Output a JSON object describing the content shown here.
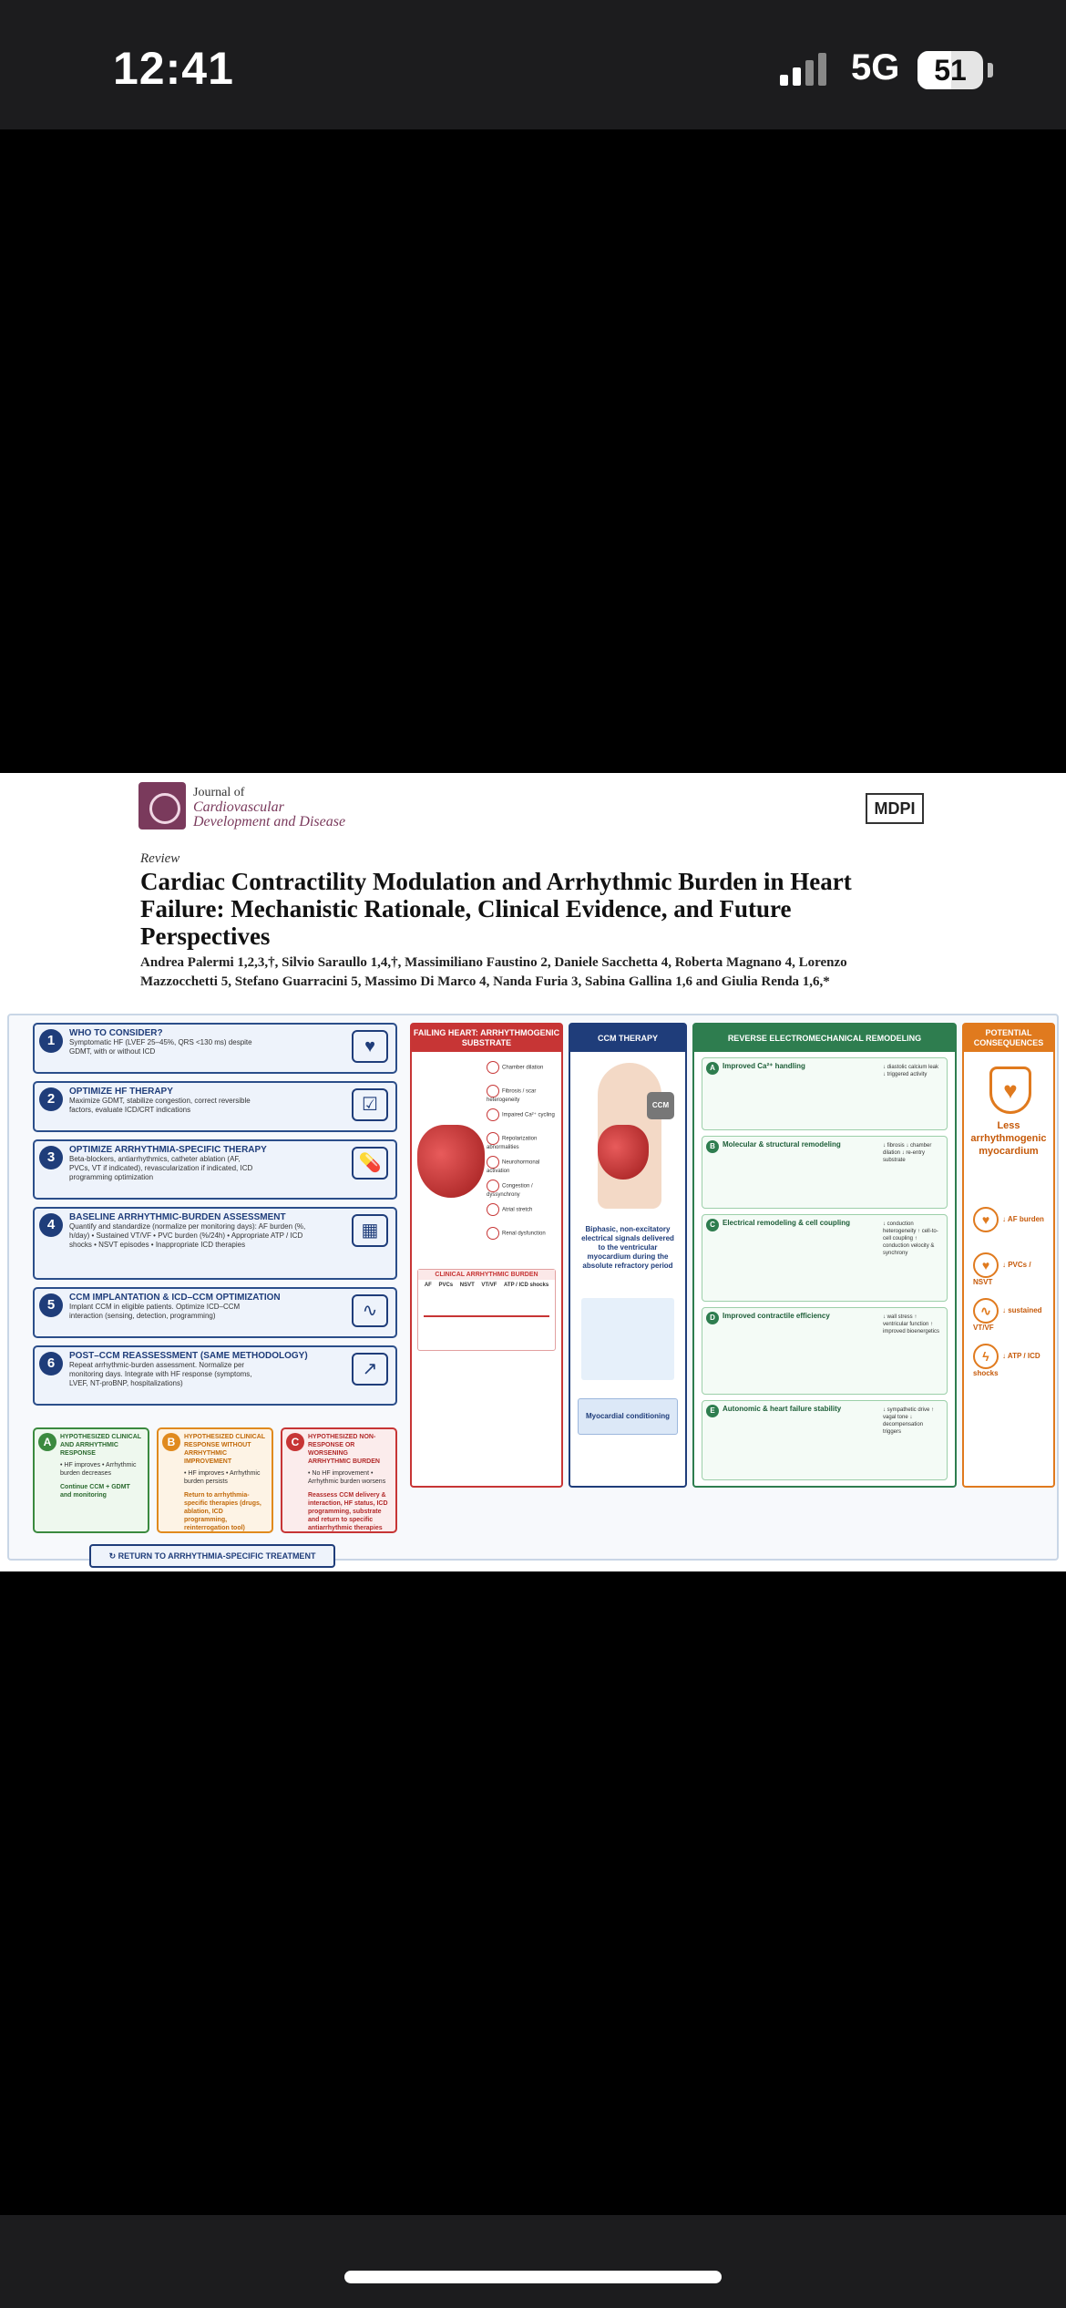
{
  "status": {
    "time": "12:41",
    "network": "5G",
    "battery": "51",
    "battery_fraction": 0.51
  },
  "journal": {
    "line1": "Journal of",
    "line2": "Cardiovascular",
    "line3": "Development and Disease",
    "publisher": "MDPI"
  },
  "article": {
    "type": "Review",
    "title": "Cardiac Contractility Modulation and Arrhythmic Burden in Heart Failure: Mechanistic Rationale, Clinical Evidence, and Future Perspectives",
    "authors": "Andrea Palermi 1,2,3,†, Silvio Saraullo 1,4,†, Massimiliano Faustino 2, Daniele Sacchetta 4, Roberta Magnano 4, Lorenzo Mazzocchetti 5, Stefano Guarracini 5, Massimo Di Marco 4, Nanda Furia 3, Sabina Gallina 1,6 and Giulia Renda 1,6,*"
  },
  "steps": [
    {
      "num": "1",
      "title": "WHO TO CONSIDER?",
      "text": "Symptomatic HF (LVEF 25–45%, QRS <130 ms) despite GDMT, with or without ICD"
    },
    {
      "num": "2",
      "title": "OPTIMIZE HF THERAPY",
      "text": "Maximize GDMT, stabilize congestion, correct reversible factors, evaluate ICD/CRT indications"
    },
    {
      "num": "3",
      "title": "OPTIMIZE ARRHYTHMIA-SPECIFIC THERAPY",
      "text": "Beta-blockers, antiarrhythmics, catheter ablation (AF, PVCs, VT if indicated), revascularization if indicated, ICD programming optimization"
    },
    {
      "num": "4",
      "title": "BASELINE ARRHYTHMIC-BURDEN ASSESSMENT",
      "text": "Quantify and standardize (normalize per monitoring days): AF burden (%, h/day) • Sustained VT/VF • PVC burden (%/24h) • Appropriate ATP / ICD shocks • NSVT episodes • Inappropriate ICD therapies"
    },
    {
      "num": "5",
      "title": "CCM IMPLANTATION & ICD–CCM OPTIMIZATION",
      "text": "Implant CCM in eligible patients. Optimize ICD–CCM interaction (sensing, detection, programming)"
    },
    {
      "num": "6",
      "title": "POST–CCM REASSESSMENT (SAME METHODOLOGY)",
      "text": "Repeat arrhythmic-burden assessment. Normalize per monitoring days. Integrate with HF response (symptoms, LVEF, NT-proBNP, hospitalizations)"
    }
  ],
  "responses": [
    {
      "letter": "A",
      "title": "HYPOTHESIZED CLINICAL AND ARRHYTHMIC RESPONSE",
      "bullets": "• HF improves • Arrhythmic burden decreases",
      "action": "Continue CCM + GDMT and monitoring"
    },
    {
      "letter": "B",
      "title": "HYPOTHESIZED CLINICAL RESPONSE WITHOUT ARRHYTHMIC IMPROVEMENT",
      "bullets": "• HF improves • Arrhythmic burden persists",
      "action": "Return to arrhythmia-specific therapies (drugs, ablation, ICD programming, reinterrogation tool)"
    },
    {
      "letter": "C",
      "title": "HYPOTHESIZED NON-RESPONSE OR WORSENING ARRHYTHMIC BURDEN",
      "bullets": "• No HF improvement • Arrhythmic burden worsens",
      "action": "Reassess CCM delivery & interaction, HF status, ICD programming, substrate and return to specific antiarrhythmic therapies"
    }
  ],
  "return_button": "RETURN TO ARRHYTHMIA-SPECIFIC TREATMENT",
  "failing": {
    "head": "FAILING HEART: ARRHYTHMOGENIC SUBSTRATE",
    "items": [
      "Chamber dilation",
      "Fibrosis / scar heterogeneity",
      "Impaired Ca²⁺ cycling",
      "Repolarization abnormalities",
      "Neurohormonal activation",
      "Congestion / dyssynchrony",
      "Atrial stretch",
      "Renal dysfunction"
    ],
    "burden_head": "CLINICAL ARRHYTHMIC BURDEN",
    "burden_cols": [
      "AF",
      "PVCs",
      "NSVT",
      "VT/VF",
      "ATP / ICD shocks"
    ]
  },
  "ccm": {
    "head": "CCM THERAPY",
    "device": "CCM",
    "desc": "Biphasic, non-excitatory electrical signals delivered to the ventricular myocardium during the absolute refractory period",
    "footer": "Myocardial conditioning"
  },
  "remodel": {
    "head": "REVERSE ELECTROMECHANICAL REMODELING",
    "items": [
      {
        "letter": "A",
        "title": "Improved Ca²⁺ handling",
        "bullets": "↓ diastolic calcium leak ↓ triggered activity"
      },
      {
        "letter": "B",
        "title": "Molecular & structural remodeling",
        "bullets": "↓ fibrosis ↓ chamber dilation ↓ re-entry substrate"
      },
      {
        "letter": "C",
        "title": "Electrical remodeling & cell coupling",
        "bullets": "↓ conduction heterogeneity ↑ cell-to-cell coupling ↑ conduction velocity & synchrony"
      },
      {
        "letter": "D",
        "title": "Improved contractile efficiency",
        "bullets": "↓ wall stress ↑ ventricular function ↑ improved bioenergetics"
      },
      {
        "letter": "E",
        "title": "Autonomic & heart failure stability",
        "bullets": "↓ sympathetic drive ↑ vagal tone ↓ decompensation triggers"
      }
    ]
  },
  "consequences": {
    "head": "POTENTIAL CONSEQUENCES",
    "main": "Less arrhythmogenic myocardium",
    "items": [
      "↓ AF burden",
      "↓ PVCs / NSVT",
      "↓ sustained VT/VF",
      "↓ ATP / ICD shocks"
    ]
  }
}
